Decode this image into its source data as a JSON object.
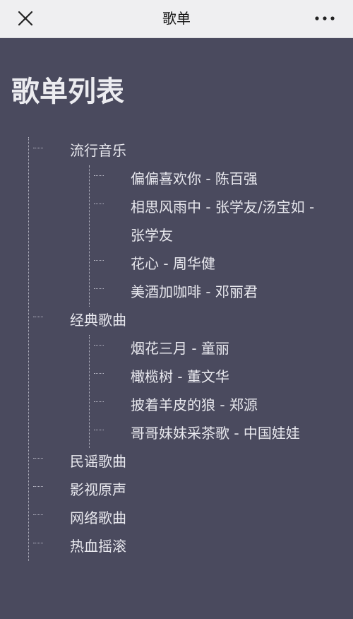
{
  "nav": {
    "title": "歌单",
    "close_icon": "close-icon",
    "more_icon": "more-dots-icon"
  },
  "page": {
    "title": "歌单列表"
  },
  "tree": {
    "categories": [
      {
        "label": "流行音乐",
        "songs": [
          "偏偏喜欢你 - 陈百强",
          "相思风雨中 - 张学友/汤宝如 -",
          "张学友",
          "花心 - 周华健",
          "美酒加咖啡 - 邓丽君"
        ]
      },
      {
        "label": "经典歌曲",
        "songs": [
          "烟花三月 - 童丽",
          "橄榄树 - 董文华",
          "披着羊皮的狼 - 郑源",
          "哥哥妹妹采茶歌 - 中国娃娃"
        ]
      },
      {
        "label": "民谣歌曲"
      },
      {
        "label": "影视原声"
      },
      {
        "label": "网络歌曲"
      },
      {
        "label": "热血摇滚"
      }
    ]
  },
  "colors": {
    "background": "#4a4a5e",
    "topbar": "#efeff1",
    "text": "#e8e8ee"
  }
}
